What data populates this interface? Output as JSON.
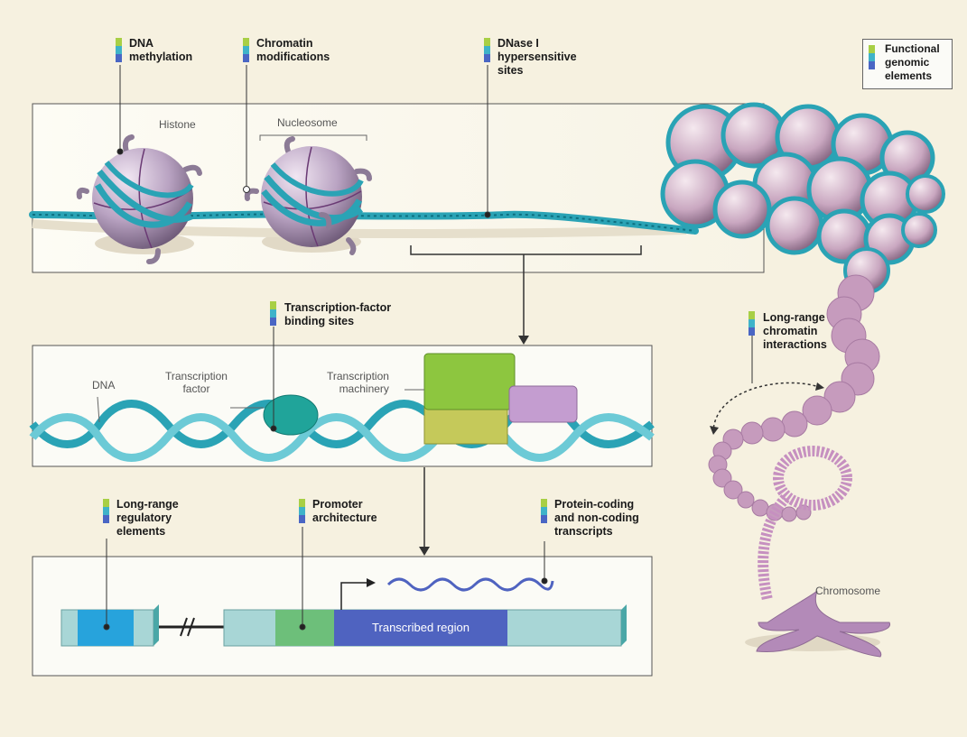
{
  "colors": {
    "background": "#f6f1e0",
    "tag_green": "#a8cf45",
    "tag_teal": "#3fb3c9",
    "tag_blue": "#4a66c4",
    "dna_teal": "#2aa3b5",
    "histone": "#b7a2bf",
    "tf_teal": "#20a49a",
    "machinery_green": "#8dc63f",
    "machinery_olive": "#c5c95a",
    "machinery_purple": "#c49dd0",
    "transcribed_blue": "#4f63c0",
    "gene_light": "#a8d6d6",
    "promoter_green": "#6dbf7a",
    "regulatory_blue": "#27a3dc",
    "chromosome": "#b38ab8"
  },
  "legend": {
    "label": "Functional\ngenomic\nelements"
  },
  "labels": {
    "dna_methylation": "DNA\nmethylation",
    "chromatin_modifications": "Chromatin\nmodifications",
    "dnase": "DNase I\nhypersensitive\nsites",
    "tf_binding": "Transcription-factor\nbinding sites",
    "long_range_interactions": "Long-range\nchromatin\ninteractions",
    "long_range_regulatory": "Long-range\nregulatory\nelements",
    "promoter": "Promoter\narchitecture",
    "transcripts": "Protein-coding\nand non-coding\ntranscripts"
  },
  "annotations": {
    "histone": "Histone",
    "nucleosome": "Nucleosome",
    "dna": "DNA",
    "transcription_factor": "Transcription\nfactor",
    "transcription_machinery": "Transcription\nmachinery",
    "transcribed_region": "Transcribed region",
    "chromosome": "Chromosome"
  }
}
